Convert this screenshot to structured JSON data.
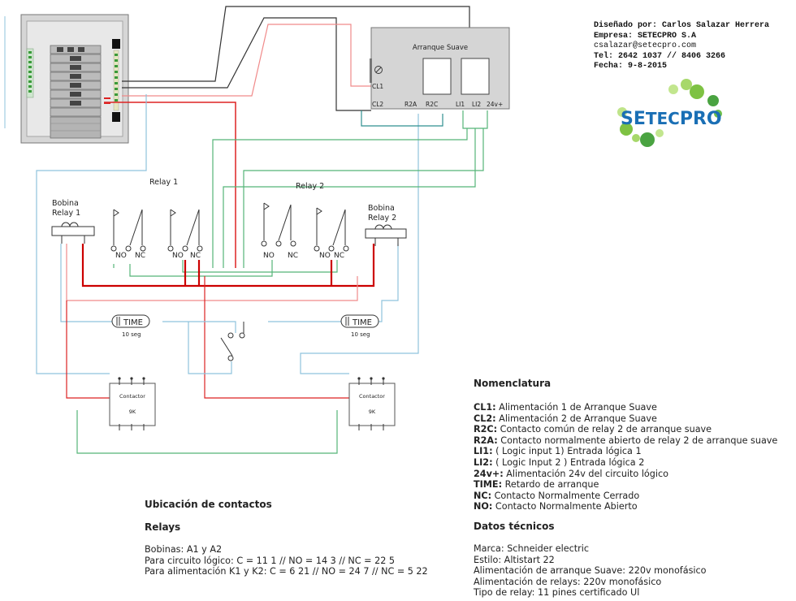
{
  "designer": {
    "line1": "Diseñado por: Carlos Salazar Herrera",
    "line2": "Empresa: SETECPRO S.A",
    "line3": "csalazar@setecpro.com",
    "line4": "Tel: 2642 1037 // 8406 3266",
    "line5": "Fecha: 9-8-2015"
  },
  "logo": {
    "text_a": "SE",
    "text_b": "TEC",
    "text_c": "PRO"
  },
  "soft_starter": {
    "title": "Arranque Suave",
    "terminals": [
      "CL1",
      "CL2",
      "R2A",
      "R2C",
      "LI1",
      "LI2",
      "24v+"
    ]
  },
  "relays": {
    "relay1_title": "Relay 1",
    "relay2_title": "Relay 2",
    "coil1_line1": "Bobina",
    "coil1_line2": "Relay 1",
    "coil2_line1": "Bobina",
    "coil2_line2": "Relay 2",
    "no": "NO",
    "nc": "NC"
  },
  "timers": {
    "label": "TIME",
    "delay": "10 seg"
  },
  "contactors": {
    "label": "Contactor",
    "rating": "9K"
  },
  "nomenclature": {
    "heading": "Nomenclatura",
    "items": [
      {
        "key": "CL1:",
        "text": " Alimentación 1 de Arranque Suave"
      },
      {
        "key": "CL2:",
        "text": " Alimentación 2 de Arranque Suave"
      },
      {
        "key": "R2C:",
        "text": " Contacto común de relay 2 de arranque suave"
      },
      {
        "key": "R2A:",
        "text": " Contacto normalmente abierto de relay 2 de arranque suave"
      },
      {
        "key": "LI1:",
        "text": " ( Logic input 1) Entrada lógica 1"
      },
      {
        "key": "LI2:",
        "text": " ( Logic Input 2 ) Entrada lógica 2"
      },
      {
        "key": "24v+:",
        "text": " Alimentación 24v del circuito lógico"
      },
      {
        "key": "TIME:",
        "text": " Retardo de arranque"
      },
      {
        "key": "NC:",
        "text": " Contacto Normalmente Cerrado"
      },
      {
        "key": "NO:",
        "text": " Contacto Normalmente Abierto"
      }
    ]
  },
  "technical": {
    "heading": "Datos técnicos",
    "items": [
      "Marca: Schneider electric",
      "Estilo: Altistart 22",
      "Alimentación de arranque Suave: 220v monofásico",
      "Alimentación de relays: 220v monofásico",
      "Tipo de relay: 11 pines certificado Ul"
    ]
  },
  "contacts": {
    "heading": "Ubicación de contactos",
    "subheading": "Relays",
    "items": [
      "Bobinas: A1 y A2",
      "Para circuito lógico: C = 11 1 // NO = 14 3 // NC = 22 5",
      "Para alimentación K1 y K2: C = 6 21 // NO = 24 7 // NC = 5 22"
    ]
  },
  "colors": {
    "red": "#dd2222",
    "darkred": "#cc0000",
    "pink": "#f08a8a",
    "green": "#55b577",
    "teal": "#2f8f8f",
    "lightblue": "#8fc3dd",
    "black": "#333333",
    "gray": "#888888"
  }
}
